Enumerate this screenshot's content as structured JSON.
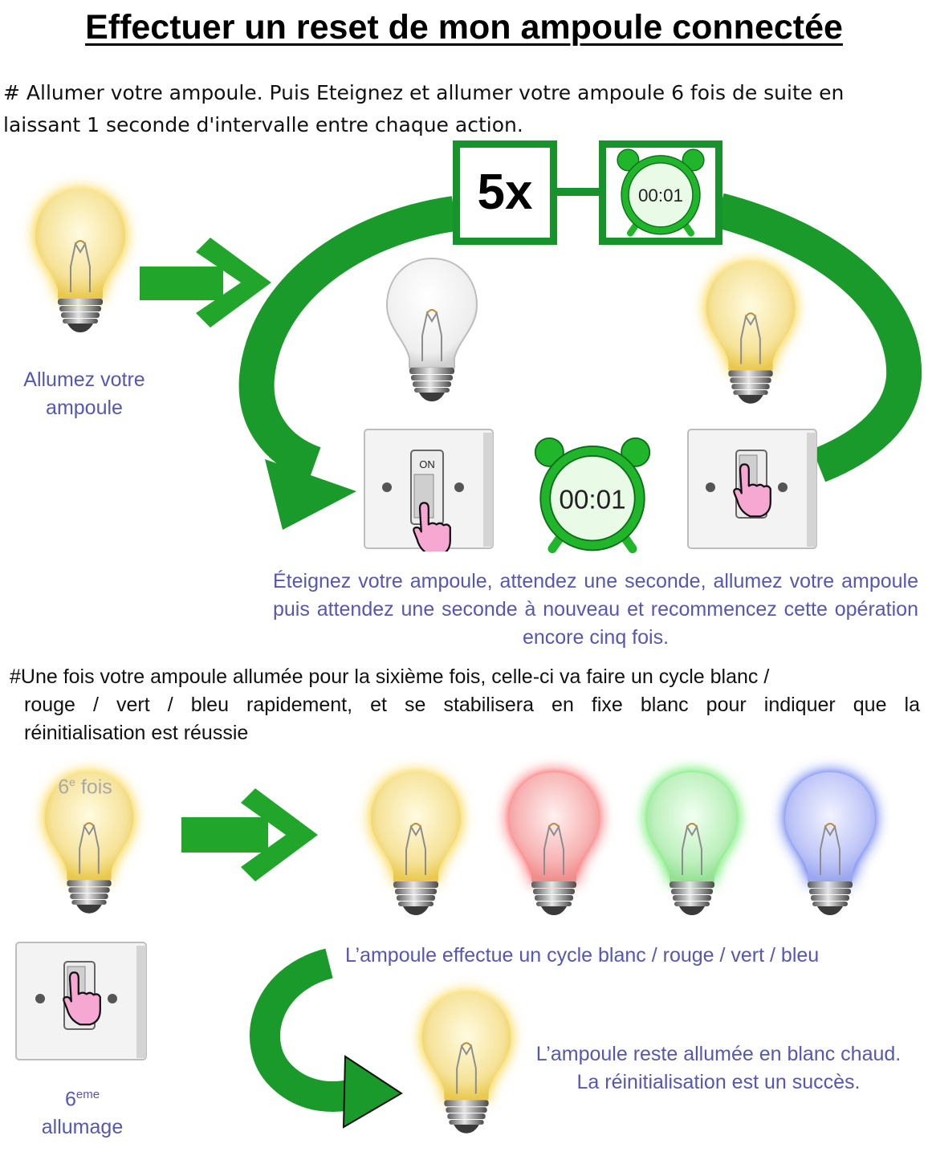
{
  "title": "Effectuer un reset de mon ampoule connectée",
  "intro": "# Allumer votre ampoule. Puis Eteignez et allumer votre ampoule 6 fois de suite en laissant 1 seconde d'intervalle entre chaque action.",
  "loop": {
    "repeat_label": "5x",
    "timer_label": "00:01",
    "caption": "Éteignez votre ampoule, attendez une seconde, allumez votre ampoule puis attendez une seconde à nouveau et recommencez cette opération encore cinq fois."
  },
  "step1": {
    "caption": "Allumez votre ampoule"
  },
  "switch_labels": {
    "on": "ON"
  },
  "section2": {
    "line1": "#Une fois votre ampoule allumée pour la sixième fois, celle-ci va faire un cycle blanc /",
    "line2": "rouge / vert / bleu rapidement, et se stabilisera en fixe blanc pour indiquer que la",
    "line3": "réinitialisation est réussie"
  },
  "sixth": {
    "bulb_num": "6",
    "bulb_sup": "e",
    "bulb_word": " fois",
    "caption_num": "6",
    "caption_sup": "eme",
    "caption_word": "allumage"
  },
  "cycle_caption": "L’ampoule effectue un cycle blanc / rouge / vert / bleu",
  "success_caption": "L’ampoule reste allumée en blanc chaud. La réinitialisation est un succès.",
  "colors": {
    "green": "#16932a",
    "glow_yellow": "#f7c600",
    "glow_red": "#ff1a1a",
    "glow_green": "#19e019",
    "glow_blue": "#1e3ce6",
    "caption_blue": "#5557b0"
  }
}
